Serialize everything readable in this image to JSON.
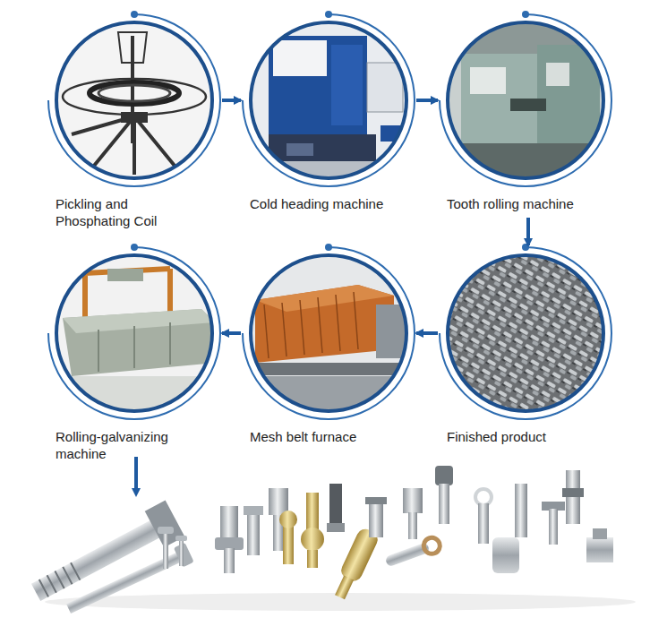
{
  "diagram": {
    "nodes": [
      {
        "text": [
          "Pickling and Phosphating Coil"
        ]
      },
      {
        "text": [
          "Cold heading machine"
        ]
      },
      {
        "text": [
          "Tooth rolling machine"
        ]
      },
      {
        "text": [
          "Finished product"
        ]
      },
      {
        "text": [
          "Mesh belt furnace"
        ]
      },
      {
        "text": [
          "Rolling-galvanizing machine"
        ]
      }
    ],
    "edges": [
      {
        "from": 0,
        "to": 1,
        "arrow": "to"
      },
      {
        "from": 1,
        "to": 2,
        "arrow": "to"
      },
      {
        "from": 2,
        "to": 3,
        "arrow": "to"
      },
      {
        "from": 3,
        "to": 4,
        "arrow": "to"
      },
      {
        "from": 4,
        "to": 5,
        "arrow": "to"
      }
    ]
  }
}
